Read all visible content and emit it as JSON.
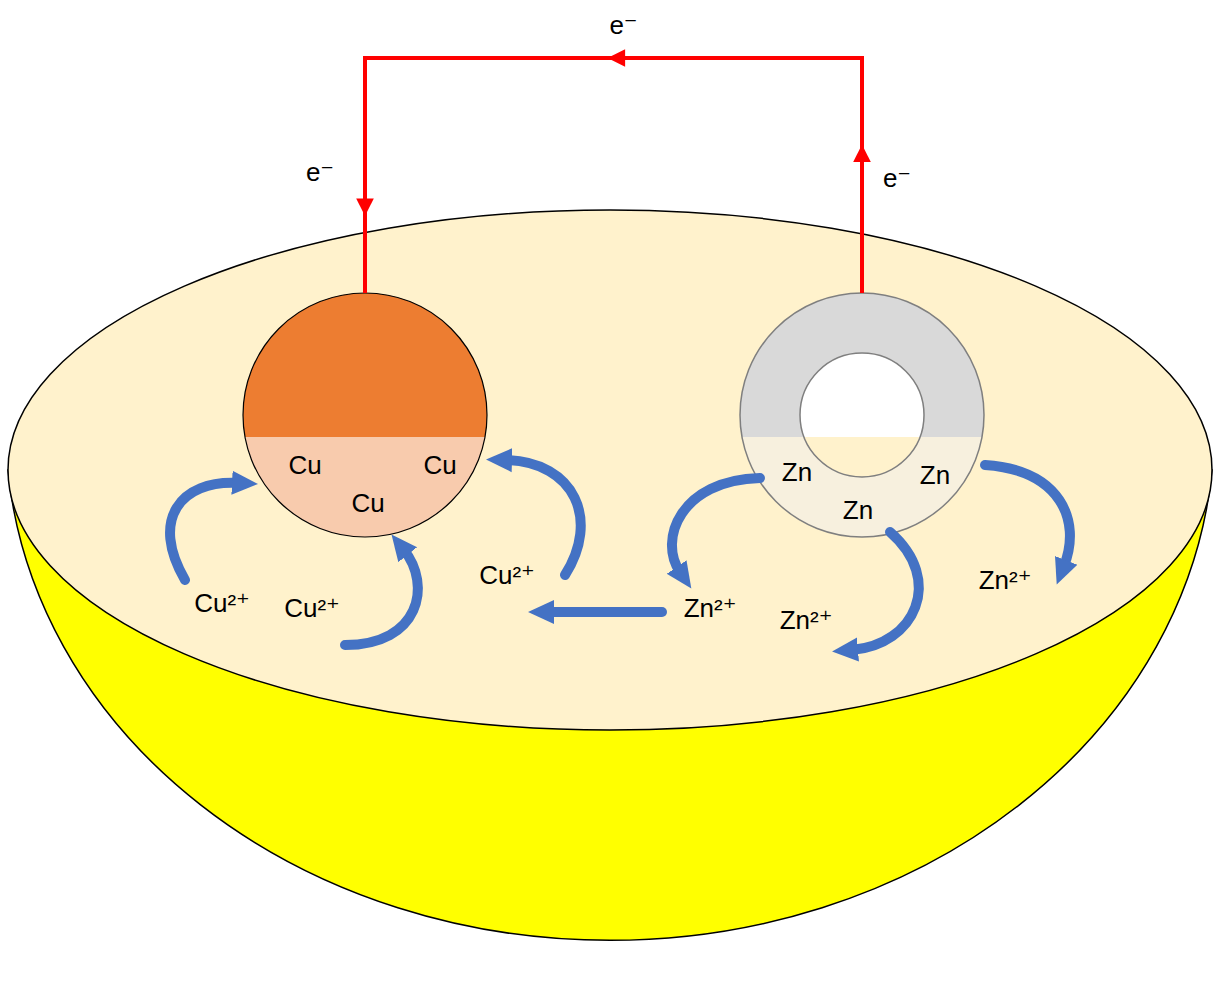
{
  "diagram": {
    "nodes": [
      {
        "text": [
          "Cu",
          "Cu",
          "Cu"
        ]
      },
      {
        "text": [
          "Zn",
          "Zn",
          "Zn"
        ]
      }
    ],
    "edges": [
      {
        "from": 1,
        "to": 0,
        "arrow": "to",
        "label": "e⁻"
      }
    ],
    "labels": [
      "e⁻",
      "e⁻",
      "Cu²⁺",
      "Cu²⁺",
      "Cu²⁺",
      "Zn²⁺",
      "Zn²⁺",
      "Zn²⁺"
    ]
  }
}
